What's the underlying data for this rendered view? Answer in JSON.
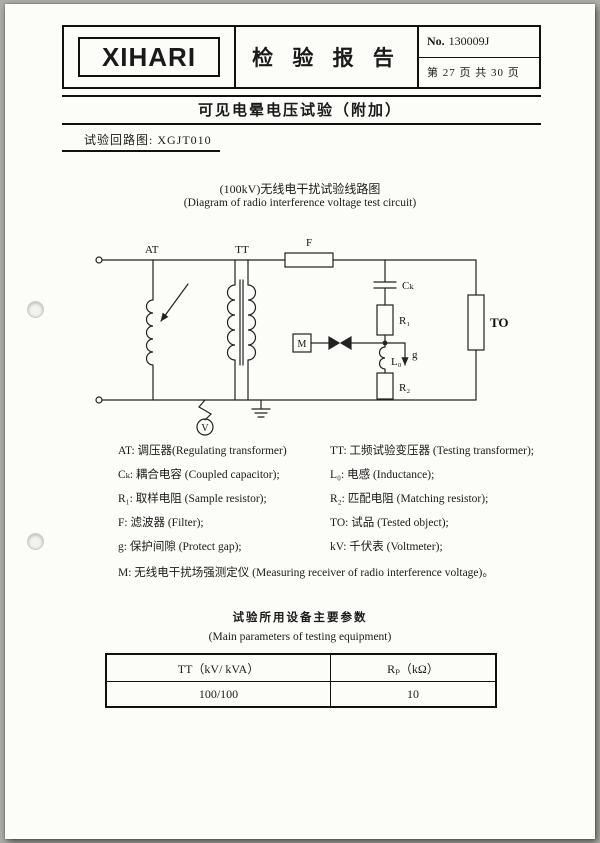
{
  "header": {
    "logo": "XIHARI",
    "title": "检 验 报 告",
    "no_label": "No.",
    "no_value": "130009J",
    "page_info": "第 27 页 共 30 页"
  },
  "section": {
    "title": "可见电晕电压试验（附加）",
    "circuit_ref": "试验回路图: XGJT010"
  },
  "diagram": {
    "title_cn": "(100kV)无线电干扰试验线路图",
    "title_en": "(Diagram of radio interference voltage test circuit)",
    "labels": {
      "at": "AT",
      "tt": "TT",
      "f": "F",
      "ck": "Cₖ",
      "r1": "R₁",
      "l0": "L₀",
      "g": "g",
      "r2": "R₂",
      "m": "M",
      "v": "V",
      "to": "TO"
    }
  },
  "legend": {
    "rows": [
      {
        "left": "AT: 调压器(Regulating transformer)",
        "right": "TT: 工频试验变压器 (Testing transformer);"
      },
      {
        "left": "Cₖ: 耦合电容 (Coupled capacitor);",
        "right": "L₀: 电感 (Inductance);"
      },
      {
        "left": "R₁: 取样电阻 (Sample resistor);",
        "right": "R₂: 匹配电阻 (Matching resistor);"
      },
      {
        "left": "F: 滤波器 (Filter);",
        "right": "TO: 试品 (Tested object);"
      },
      {
        "left": "g: 保护间隙 (Protect gap);",
        "right": "kV: 千伏表 (Voltmeter);"
      }
    ],
    "footer": "M: 无线电干扰场强测定仪 (Measuring receiver of radio interference voltage)。"
  },
  "params": {
    "title_cn": "试验所用设备主要参数",
    "title_en": "(Main parameters of testing equipment)",
    "table": {
      "headers": [
        "TT（kV/ kVA）",
        "Rₚ（kΩ）"
      ],
      "row": [
        "100/100",
        "10"
      ]
    }
  }
}
